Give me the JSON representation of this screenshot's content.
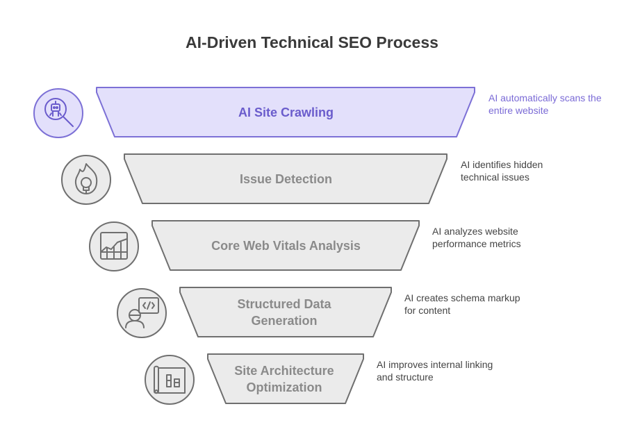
{
  "title": "AI-Driven Technical SEO Process",
  "colors": {
    "active_fill": "#e3e0fb",
    "active_stroke": "#7c70d6",
    "active_text": "#6a5ccc",
    "inactive_fill": "#ebebeb",
    "inactive_stroke": "#6f6f6f",
    "inactive_text": "#8a8a8a"
  },
  "stages": [
    {
      "label": "AI Site Crawling",
      "description": "AI automatically scans the entire website",
      "icon": "robot-search-icon",
      "active": true
    },
    {
      "label": "Issue Detection",
      "description": "AI identifies hidden technical issues",
      "icon": "lightbulb-flame-icon",
      "active": false
    },
    {
      "label": "Core Web Vitals Analysis",
      "description": "AI analyzes website performance metrics",
      "icon": "chart-grid-icon",
      "active": false
    },
    {
      "label": "Structured Data Generation",
      "description": "AI creates schema markup for content",
      "icon": "developer-code-icon",
      "active": false
    },
    {
      "label": "Site Architecture Optimization",
      "description": "AI improves internal linking and structure",
      "icon": "blueprint-icon",
      "active": false
    }
  ]
}
